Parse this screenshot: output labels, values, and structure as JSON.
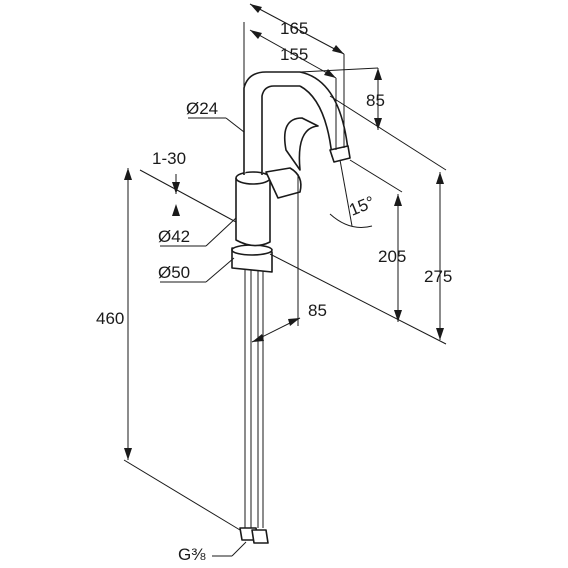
{
  "drawing": {
    "dimensions": {
      "width_165": "165",
      "width_155": "155",
      "spout_85": "85",
      "tube_diameter": "Ø24",
      "range_1_30": "1-30",
      "body_diameter": "Ø42",
      "base_diameter": "Ø50",
      "spout_height_205": "205",
      "total_height_275": "275",
      "hose_offset_85": "85",
      "hose_length_460": "460",
      "swivel_angle": "15°",
      "connection_thread": "G⅜"
    }
  }
}
